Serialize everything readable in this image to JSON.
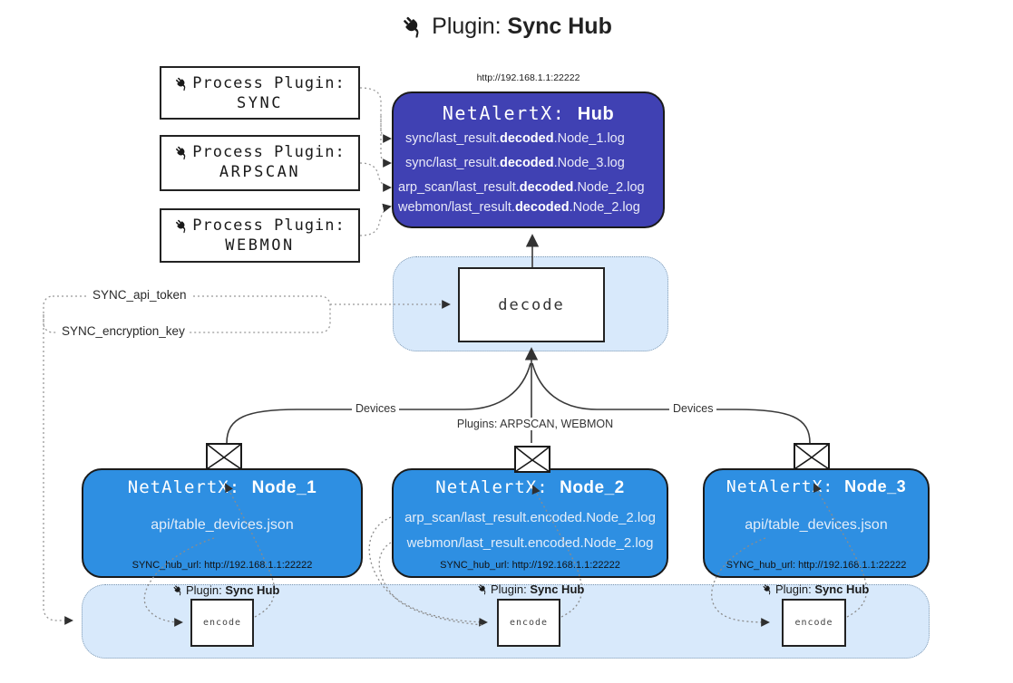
{
  "title": {
    "prefix": "Plugin: ",
    "name": "Sync Hub"
  },
  "hub": {
    "url": "http://192.168.1.1:22222",
    "name_prefix": "NetAlertX: ",
    "name": "Hub",
    "logs": [
      {
        "pre": "sync/last_result.",
        "bold": "decoded",
        "post": ".Node_1.log"
      },
      {
        "pre": "sync/last_result.",
        "bold": "decoded",
        "post": ".Node_3.log"
      },
      {
        "pre": "arp_scan/last_result.",
        "bold": "decoded",
        "post": ".Node_2.log"
      },
      {
        "pre": "webmon/last_result.",
        "bold": "decoded",
        "post": ".Node_2.log"
      }
    ]
  },
  "process_plugins": [
    {
      "label": "Process Plugin:",
      "name": "SYNC"
    },
    {
      "label": "Process Plugin:",
      "name": "ARPSCAN"
    },
    {
      "label": "Process Plugin:",
      "name": "WEBMON"
    }
  ],
  "decode": {
    "label": "decode"
  },
  "settings": {
    "api_token": "SYNC_api_token",
    "encryption_key": "SYNC_encryption_key"
  },
  "edge_labels": {
    "devices_left": "Devices",
    "plugins_mid": "Plugins: ARPSCAN, WEBMON",
    "devices_right": "Devices"
  },
  "nodes": [
    {
      "name_prefix": "NetAlertX: ",
      "name": "Node_1",
      "files": [
        "api/table_devices.json"
      ],
      "hub_url": "SYNC_hub_url: http://192.168.1.1:22222"
    },
    {
      "name_prefix": "NetAlertX: ",
      "name": "Node_2",
      "files": [
        "arp_scan/last_result.encoded.Node_2.log",
        "webmon/last_result.encoded.Node_2.log"
      ],
      "hub_url": "SYNC_hub_url: http://192.168.1.1:22222"
    },
    {
      "name_prefix": "NetAlertX: ",
      "name": "Node_3",
      "files": [
        "api/table_devices.json"
      ],
      "hub_url": "SYNC_hub_url: http://192.168.1.1:22222"
    }
  ],
  "encode_sections": [
    {
      "label_prefix": "Plugin: ",
      "label_name": "Sync Hub",
      "box_label": "encode"
    },
    {
      "label_prefix": "Plugin: ",
      "label_name": "Sync Hub",
      "box_label": "encode"
    },
    {
      "label_prefix": "Plugin: ",
      "label_name": "Sync Hub",
      "box_label": "encode"
    }
  ],
  "icons": {
    "plug": "plug-icon",
    "envelope": "envelope-icon"
  },
  "colors": {
    "hub_fill": "#4041b3",
    "node_fill": "#2e8fe2",
    "panel_fill": "#d8e9fb",
    "panel_border": "#7f99b2",
    "box_border": "#1a1a1a",
    "wire_dotted": "#8c8c8c",
    "wire_solid": "#3a3a3a"
  }
}
